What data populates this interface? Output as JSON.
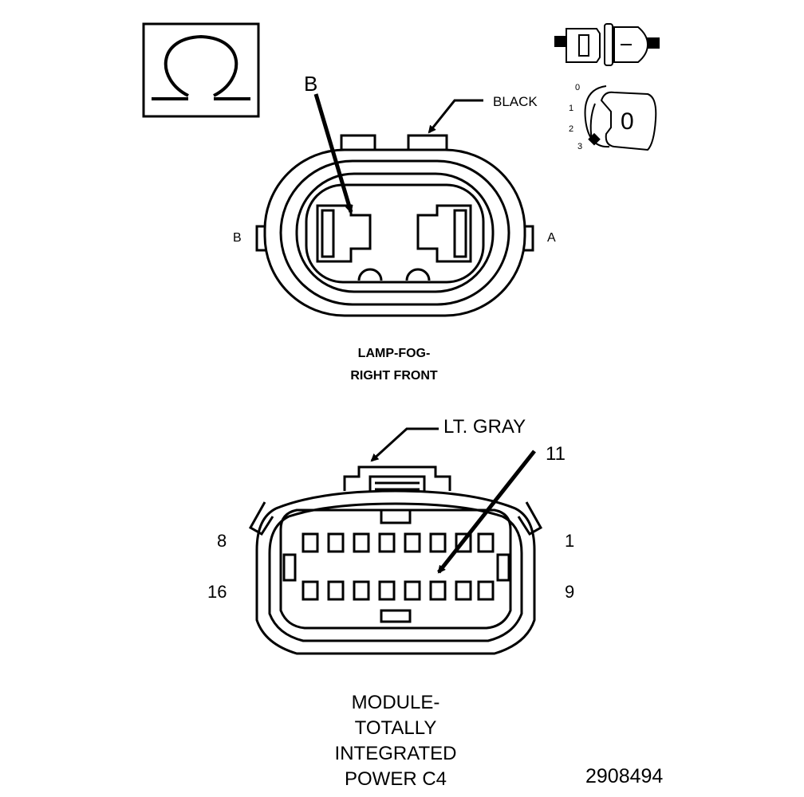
{
  "ohm_symbol": {
    "icon": "ohm-icon"
  },
  "lock_icon": {
    "icon": "connector-lock-icon",
    "positions": [
      "3",
      "2",
      "1",
      "0"
    ],
    "display_value": "0"
  },
  "connector_1": {
    "callout_pin": "B",
    "color_label": "BLACK",
    "side_label_left": "B",
    "side_label_right": "A",
    "name_lines": [
      "LAMP-FOG-",
      "RIGHT FRONT"
    ]
  },
  "connector_2": {
    "color_label": "LT. GRAY",
    "callout_pin": "11",
    "pin_label_top_left": "8",
    "pin_label_top_right": "1",
    "pin_label_bottom_left": "16",
    "pin_label_bottom_right": "9",
    "name_lines": [
      "MODULE-",
      "TOTALLY",
      "INTEGRATED",
      "POWER C4"
    ]
  },
  "figure_number": "2908494"
}
